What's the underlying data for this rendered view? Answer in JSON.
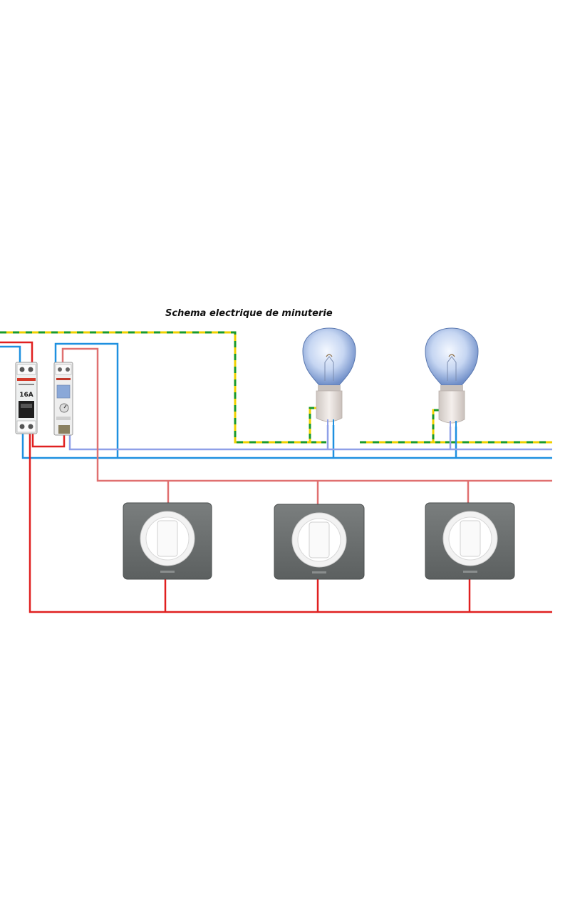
{
  "title": "Schema electrique de minuterie",
  "breaker": {
    "rating": "16A"
  },
  "colors": {
    "phase": "#e02020",
    "phase_light": "#e07070",
    "neutral": "#1e90e0",
    "neutral_light": "#8fa0e8",
    "earth_yellow": "#f0d000",
    "earth_green": "#1a9a2a",
    "switch_plate": "#686c6c"
  },
  "components": {
    "breaker_icon": "circuit-breaker",
    "timer_icon": "timer-relay",
    "lamps": [
      "light-bulb",
      "light-bulb"
    ],
    "switches": [
      "push-button",
      "push-button",
      "push-button"
    ]
  }
}
